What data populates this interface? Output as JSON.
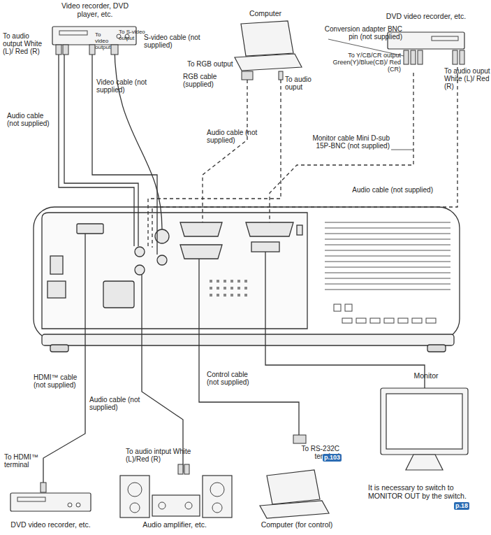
{
  "diagram": {
    "nodes": [
      {
        "text": [
          "Video recorder, DVD player, etc."
        ]
      },
      {
        "text": [
          "Computer"
        ]
      },
      {
        "text": [
          "DVD video recorder, etc."
        ]
      },
      {
        "text": [
          "Monitor",
          "It is necessary to switch to MONITOR OUT by the switch."
        ]
      },
      {
        "text": [
          "DVD video recorder, etc."
        ]
      },
      {
        "text": [
          "Audio amplifier, etc."
        ]
      },
      {
        "text": [
          "Computer (for control)"
        ]
      }
    ],
    "labels": [
      "To audio output White (L)/ Red (R)",
      "To video output",
      "To S-video output",
      "S-video cable (not supplied)",
      "Video cable (not supplied)",
      "Audio cable (not supplied)",
      "To RGB output",
      "RGB cable (supplied)",
      "To audio ouput",
      "Audio cable (not supplied)",
      "Conversion adapter BNC pin (not supplied)",
      "To Y/CB/CR output Green(Y)/Blue(CB)/ Red (CR)",
      "To audio ouput White (L)/ Red (R)",
      "Monitor cable Mini D-sub 15P-BNC (not supplied)",
      "Audio cable (not supplied)",
      "HDMI™ cable (not supplied)",
      "Audio cable (not supplied)",
      "Control cable (not supplied)",
      "To HDMI™ terminal",
      "To audio intput White (L)/Red (R)",
      "To RS-232C terminal",
      "p.103",
      "p.18"
    ]
  }
}
